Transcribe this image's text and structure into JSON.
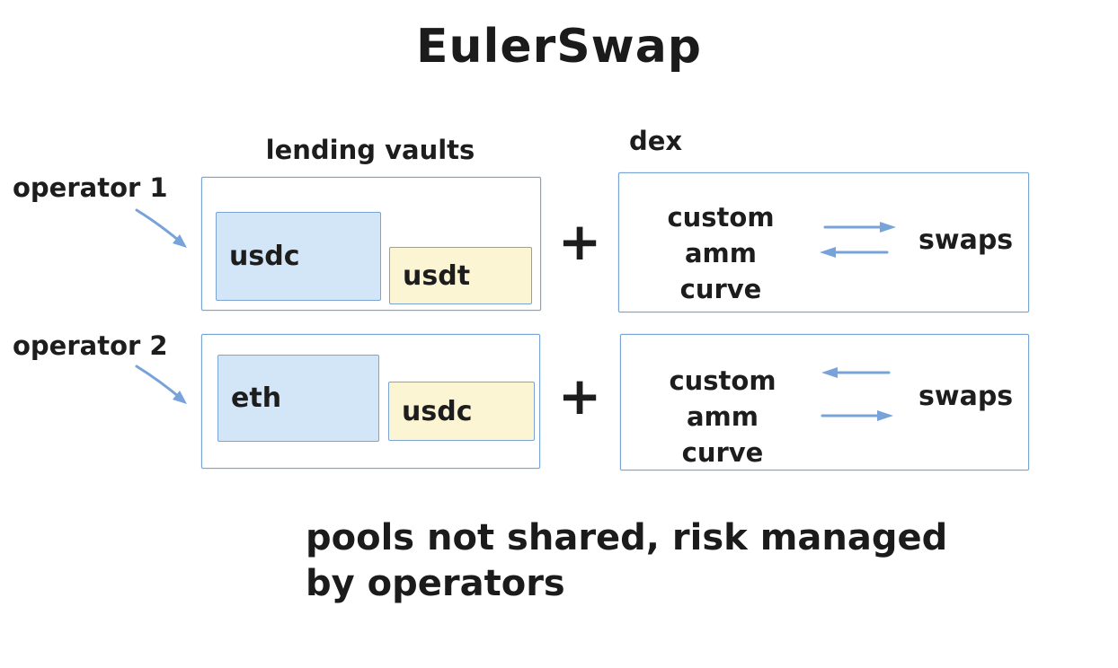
{
  "title": "EulerSwap",
  "labels": {
    "lending_vaults": "lending vaults",
    "dex": "dex",
    "plus": "+"
  },
  "rows": [
    {
      "operator": "operator 1",
      "vaults": [
        {
          "name": "usdc",
          "color": "blue"
        },
        {
          "name": "usdt",
          "color": "yellow"
        }
      ],
      "dex": {
        "amm_line1": "custom amm",
        "amm_line2": "curve",
        "swaps": "swaps",
        "arrow_top": "right",
        "arrow_bottom": "left"
      }
    },
    {
      "operator": "operator 2",
      "vaults": [
        {
          "name": "eth",
          "color": "blue"
        },
        {
          "name": "usdc",
          "color": "yellow"
        }
      ],
      "dex": {
        "amm_line1": "custom amm",
        "amm_line2": "curve",
        "swaps": "swaps",
        "arrow_top": "left",
        "arrow_bottom": "right"
      }
    }
  ],
  "caption": {
    "line1": "pools not shared, risk managed",
    "line2": "by operators"
  },
  "colors": {
    "box_border": "#7aa4d4",
    "vault_blue_fill": "#d2e6f8",
    "vault_yellow_fill": "#fcf5d3",
    "arrow": "#78a3da",
    "text": "#1d1d1d",
    "background": "#ffffff"
  }
}
